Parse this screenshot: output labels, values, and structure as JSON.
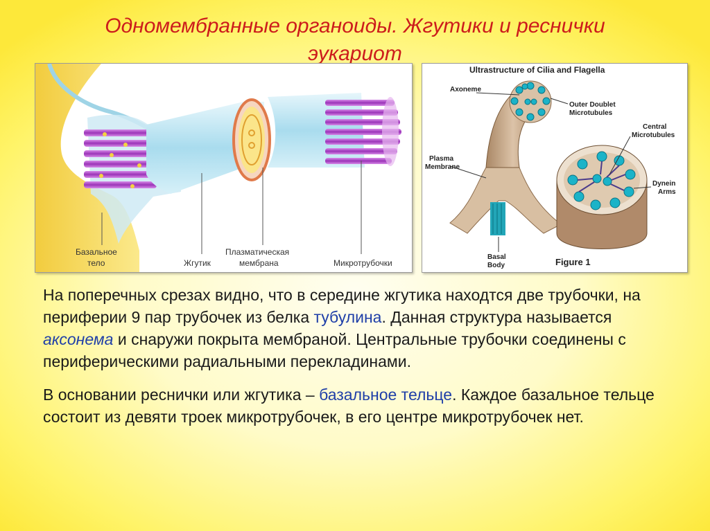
{
  "title": {
    "line1": "Одномембранные органоиды. Жгутики и реснички",
    "line2": "эукариот"
  },
  "left_figure": {
    "labels": {
      "basal_body_1": "Базальное",
      "basal_body_2": "тело",
      "flagellum": "Жгутик",
      "membrane_1": "Плазматическая",
      "membrane_2": "мембрана",
      "microtubules": "Микротрубочки"
    }
  },
  "right_figure": {
    "title": "Ultrastructure of Cilia and Flagella",
    "labels": {
      "axoneme": "Axoneme",
      "outer_doublet_1": "Outer Doublet",
      "outer_doublet_2": "Microtubules",
      "central_1": "Central",
      "central_2": "Microtubules",
      "plasma_1": "Plasma",
      "plasma_2": "Membrane",
      "dynein_1": "Dynein",
      "dynein_2": "Arms",
      "basal_1": "Basal",
      "basal_2": "Body",
      "figure": "Figure 1"
    }
  },
  "paragraph1": {
    "part1": "На поперечных срезах видно, что в середине жгутика находтся две трубочки, на периферии 9 пар трубочек из белка ",
    "term1": "тубулина",
    "part2": ". Данная структура называется ",
    "term2": "аксонема",
    "part3": " и снаружи покрыта мембраной. Центральные трубочки соединены с периферическими радиальными перекладинами."
  },
  "paragraph2": {
    "part1": "В основании реснички или жгутика – ",
    "term1": "базальное тельце",
    "part2": ". Каждое базальное тельце состоит из девяти троек микротрубочек, в его центре микротрубочек нет."
  },
  "colors": {
    "title": "#cc1c1c",
    "term": "#1f3fa8",
    "text": "#1a1a1a",
    "microtubule_purple": "#b24fc8",
    "membrane_blue": "#bfe6f2",
    "cytoplasm_yellow": "#f7e27a",
    "axoneme_cyan": "#1bb3c8",
    "membrane_tan": "#c9a98a"
  }
}
